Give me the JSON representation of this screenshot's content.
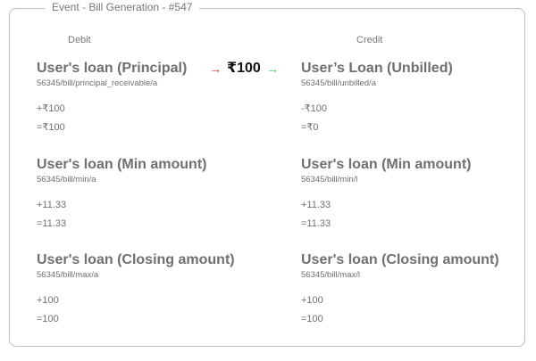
{
  "title": "Event - Bill Generation - #547",
  "headers": {
    "debit": "Debit",
    "credit": "Credit"
  },
  "transfer_amount": "₹100",
  "colors": {
    "debit_arrow": "#e53935",
    "credit_arrow": "#2ecc71"
  },
  "debit": [
    {
      "title": "User's loan (Principal)",
      "path": "56345/bill/principal_receivable/a",
      "change": "+₹100",
      "balance": "=₹100"
    },
    {
      "title": "User's loan (Min amount)",
      "path": "56345/bill/min/a",
      "change": "+11.33",
      "balance": "=11.33"
    },
    {
      "title": "User's loan (Closing amount)",
      "path": "56345/bill/max/a",
      "change": "+100",
      "balance": "=100"
    }
  ],
  "credit": [
    {
      "title": "User’s Loan (Unbilled)",
      "path": "56345/bill/unbilled/a",
      "change": "-₹100",
      "balance": "=₹0"
    },
    {
      "title": "User's loan (Min amount)",
      "path": "56345/bill/min/l",
      "change": "+11.33",
      "balance": "=11.33"
    },
    {
      "title": "User's loan (Closing amount)",
      "path": "56345/bill/max/l",
      "change": "+100",
      "balance": "=100"
    }
  ]
}
